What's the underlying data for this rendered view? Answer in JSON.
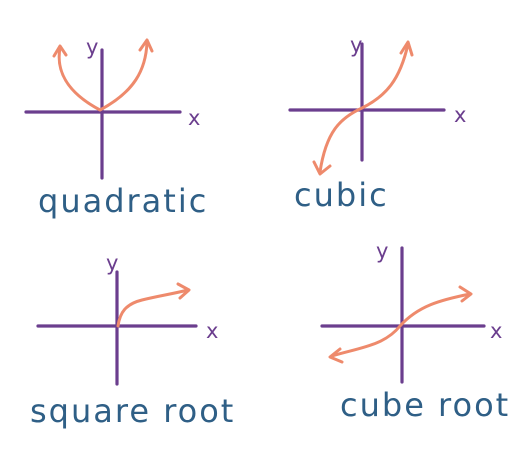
{
  "colors": {
    "axis": "#6b3e8e",
    "curve": "#ee8a6c",
    "caption": "#2f5f86"
  },
  "panels": [
    {
      "caption": "quadratic",
      "x_label": "x",
      "y_label": "y"
    },
    {
      "caption": "cubic",
      "x_label": "x",
      "y_label": "y"
    },
    {
      "caption": "square root",
      "x_label": "x",
      "y_label": "y"
    },
    {
      "caption": "cube root",
      "x_label": "x",
      "y_label": "y"
    }
  ]
}
